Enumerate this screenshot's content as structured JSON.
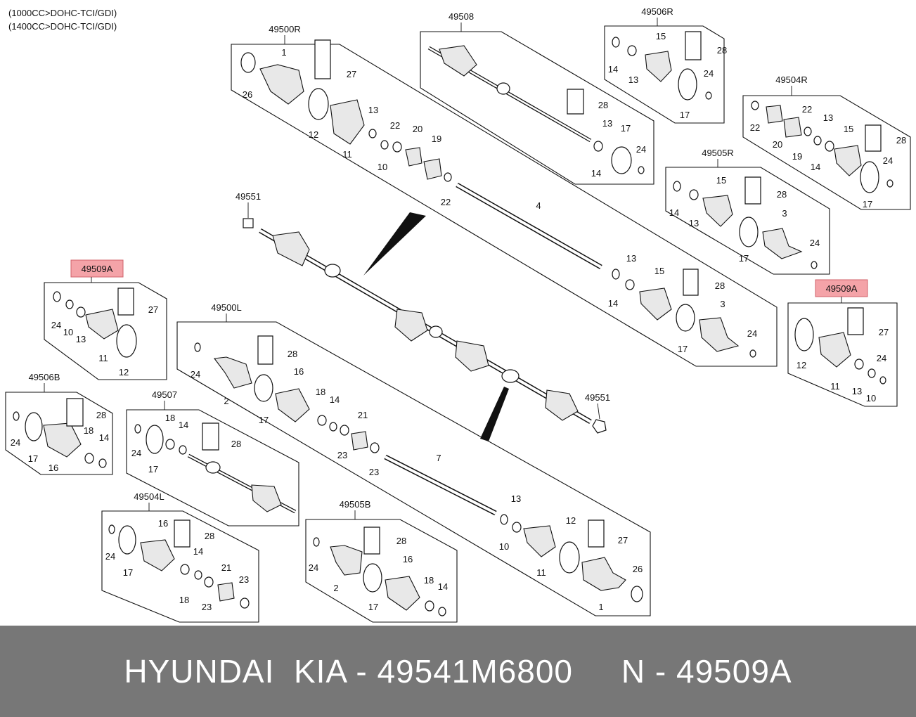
{
  "engines": [
    "(1000CC>DOHC-TCI/GDI)",
    "(1400CC>DOHC-TCI/GDI)"
  ],
  "assemblies": {
    "a49500R": "49500R",
    "a49508": "49508",
    "a49506R": "49506R",
    "a49504R": "49504R",
    "a49505R": "49505R",
    "a49551_top": "49551",
    "a49551_bottom": "49551",
    "a49509A_left": "49509A",
    "a49509A_right": "49509A",
    "a49500L": "49500L",
    "a49506B": "49506B",
    "a49507": "49507",
    "a49504L": "49504L",
    "a49505B": "49505B"
  },
  "footer": "HYUNDAI  KIA - 49541M6800     N - 49509A",
  "colors": {
    "highlight": "#f4a3a8",
    "footer_bg": "#777777",
    "footer_text": "#ffffff"
  }
}
